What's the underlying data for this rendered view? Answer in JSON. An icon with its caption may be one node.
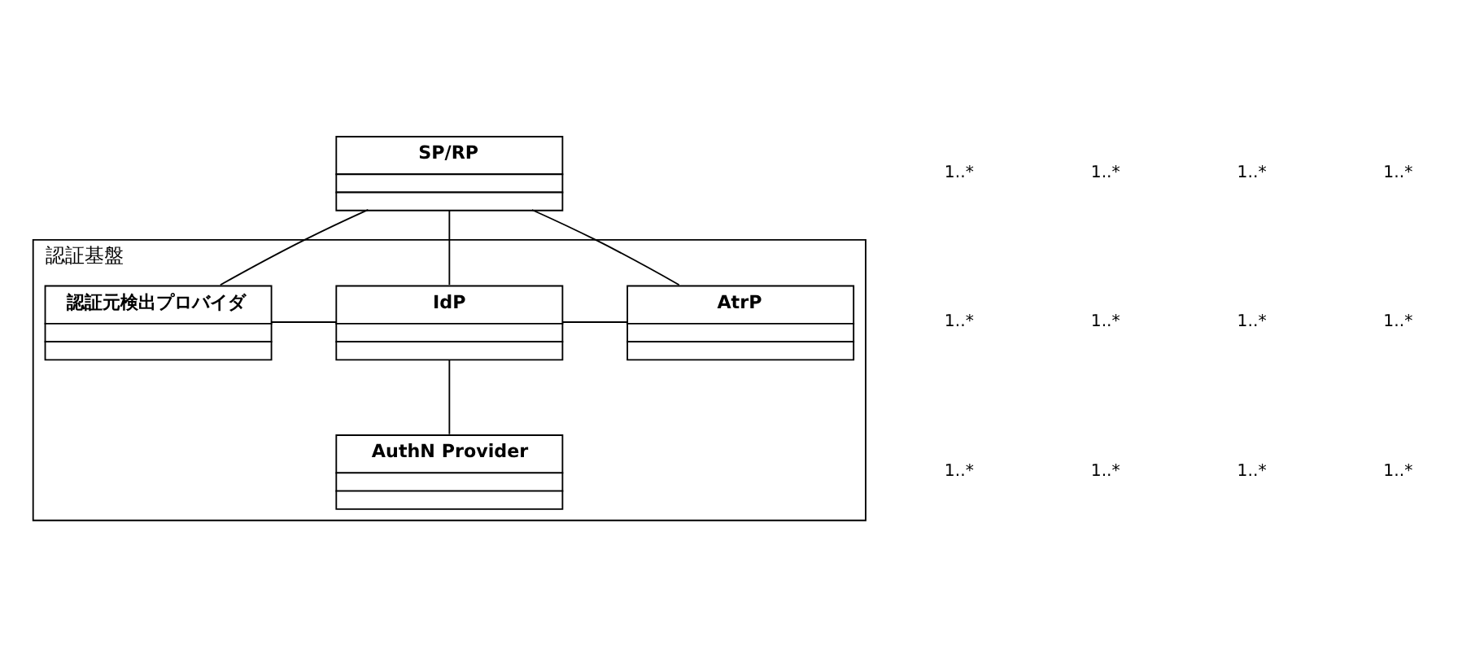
{
  "diagram": {
    "nodes": [
      {
        "text": [
          "SP/RP"
        ]
      },
      {
        "text": [
          "認証基盤"
        ]
      },
      {
        "text": [
          "認証元検出プロバイダ"
        ],
        "in": 1
      },
      {
        "text": [
          "IdP"
        ],
        "in": 1
      },
      {
        "text": [
          "AtrP"
        ],
        "in": 1
      },
      {
        "text": [
          "AuthN Provider"
        ],
        "in": 1
      }
    ],
    "edges": [
      {
        "from": 0,
        "to": 2,
        "arrow": "none"
      },
      {
        "from": 0,
        "to": 3,
        "arrow": "none"
      },
      {
        "from": 0,
        "to": 4,
        "arrow": "none"
      },
      {
        "from": 2,
        "to": 3,
        "arrow": "none"
      },
      {
        "from": 3,
        "to": 4,
        "arrow": "none"
      },
      {
        "from": 3,
        "to": 5,
        "arrow": "none"
      }
    ],
    "labels": [
      "1..*",
      "1..*",
      "1..*",
      "1..*",
      "1..*",
      "1..*",
      "1..*",
      "1..*",
      "1..*",
      "1..*",
      "1..*",
      "1..*"
    ]
  }
}
